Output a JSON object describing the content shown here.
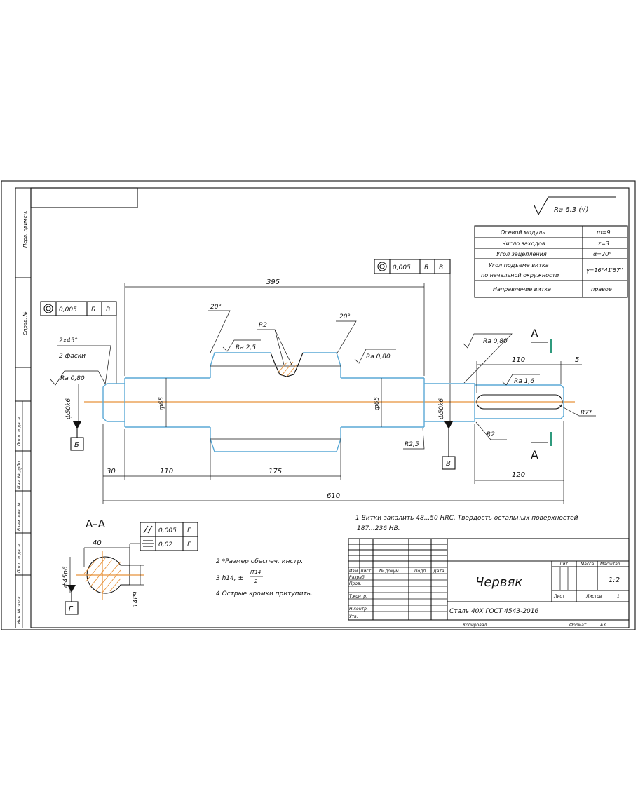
{
  "roughness_general": "Ra 6,3 (√)",
  "params_table": [
    {
      "name": "Осевой модуль",
      "value": "m=9"
    },
    {
      "name": "Число заходов",
      "value": "z=3"
    },
    {
      "name": "Угол зацепления",
      "value": "α=20°"
    },
    {
      "name": "Угол подъема витка",
      "name2": "по начальной окружности",
      "value": "γ=16°41'57''"
    },
    {
      "name": "Направление витка",
      "value": "правое"
    }
  ],
  "tolerances": {
    "left": {
      "value": "0,005",
      "b1": "Б",
      "b2": "В"
    },
    "top": {
      "value": "0,005",
      "b1": "Б",
      "b2": "В"
    },
    "section_parallel": {
      "value": "0,005",
      "base": "Г"
    },
    "section_symmetry": {
      "value": "0,02",
      "base": "Г"
    }
  },
  "dims": {
    "d395": "395",
    "d30": "30",
    "d110a": "110",
    "d175": "175",
    "d610": "610",
    "d120": "120",
    "d110b": "110",
    "d5": "5",
    "d40": "40",
    "phi50k6": "ф50k6",
    "phi65": "ф65",
    "phi45p6": "ф45p6",
    "w14p9": "14P9",
    "chamfer": "2х45°",
    "chamfer2": "2 фаски",
    "ang1": "20°",
    "ang2": "20°",
    "r2a": "R2",
    "r2b": "R2",
    "r25": "R2,5",
    "r7": "R7*"
  },
  "roughness": {
    "ra080_left": "Ra 0,80",
    "ra25": "Ra 2,5",
    "ra080_mid": "Ra 0,80",
    "ra080_right": "Ra 0,80",
    "ra16": "Ra 1,6"
  },
  "datum": {
    "b": "Б",
    "v": "В",
    "g": "Г"
  },
  "section": {
    "label_a": "A",
    "title": "A–A"
  },
  "notes": {
    "n1": "1 Витки закалить 48...50 HRC. Твердость остальных поверхностей",
    "n1b": "187...236 HB.",
    "n2": "2  *Размер обеспеч. инстр.",
    "n3a": "3  h14, ±",
    "n3num": "IT14",
    "n3den": "2",
    "n4": "4  Острые кромки притупить."
  },
  "title_block": {
    "part_name": "Червяк",
    "material": "Сталь 40Х ГОСТ 4543-2016",
    "h_izm": "Изм",
    "h_list": "Лист",
    "h_doc": "№ докум.",
    "h_sign": "Подп.",
    "h_date": "Дата",
    "r_razrab": "Разраб.",
    "r_prov": "Пров.",
    "r_tkontr": "Т.контр.",
    "r_nkontr": "Н.контр.",
    "r_utv": "Утв.",
    "lit": "Лит.",
    "mass": "Масса",
    "scale": "Масштаб",
    "scale_val": "1:2",
    "sheet": "Лист",
    "sheets": "Листов",
    "sheets_val": "1",
    "copied": "Копировал",
    "format": "Формат",
    "format_val": "A3"
  },
  "side_labels": [
    "Перв. примен.",
    "Справ. №",
    "Подп. и дата",
    "Инв. № дубл.",
    "Взам. инв. №",
    "Подп. и дата",
    "Инв. № подл."
  ]
}
